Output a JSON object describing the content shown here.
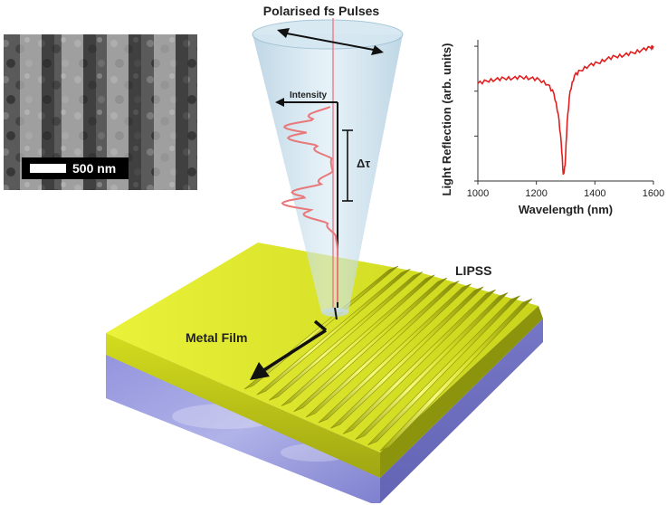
{
  "title": "Polarised fs Pulses",
  "labels": {
    "intensity": "Intensity",
    "delay": "Δτ",
    "lipss": "LIPSS",
    "metal_film": "Metal Film"
  },
  "sem_inset": {
    "scale_bar": "500 nm"
  },
  "colors": {
    "metal": "#e3ec2a",
    "substrate": "#8f8fd9",
    "beam": "#b9d6e6",
    "spectrum_line": "#e02020",
    "pulse": "#e8787a"
  },
  "chart_data": {
    "type": "line",
    "title": "",
    "xlabel": "Wavelength (nm)",
    "ylabel": "Light Reflection (arb. units)",
    "xlim": [
      1000,
      1600
    ],
    "xticks": [
      "1000",
      "1200",
      "1400",
      "1600"
    ],
    "grid": false,
    "x": [
      1000,
      1030,
      1060,
      1090,
      1120,
      1150,
      1180,
      1210,
      1240,
      1260,
      1275,
      1285,
      1292,
      1298,
      1305,
      1315,
      1330,
      1350,
      1380,
      1410,
      1440,
      1470,
      1500,
      1530,
      1560,
      1590,
      1600
    ],
    "values": [
      0.76,
      0.78,
      0.79,
      0.8,
      0.8,
      0.81,
      0.8,
      0.79,
      0.75,
      0.68,
      0.52,
      0.3,
      0.05,
      0.12,
      0.45,
      0.7,
      0.82,
      0.86,
      0.9,
      0.92,
      0.95,
      0.97,
      0.98,
      1.0,
      1.02,
      1.04,
      1.05
    ],
    "ylim": [
      0,
      1.1
    ]
  }
}
